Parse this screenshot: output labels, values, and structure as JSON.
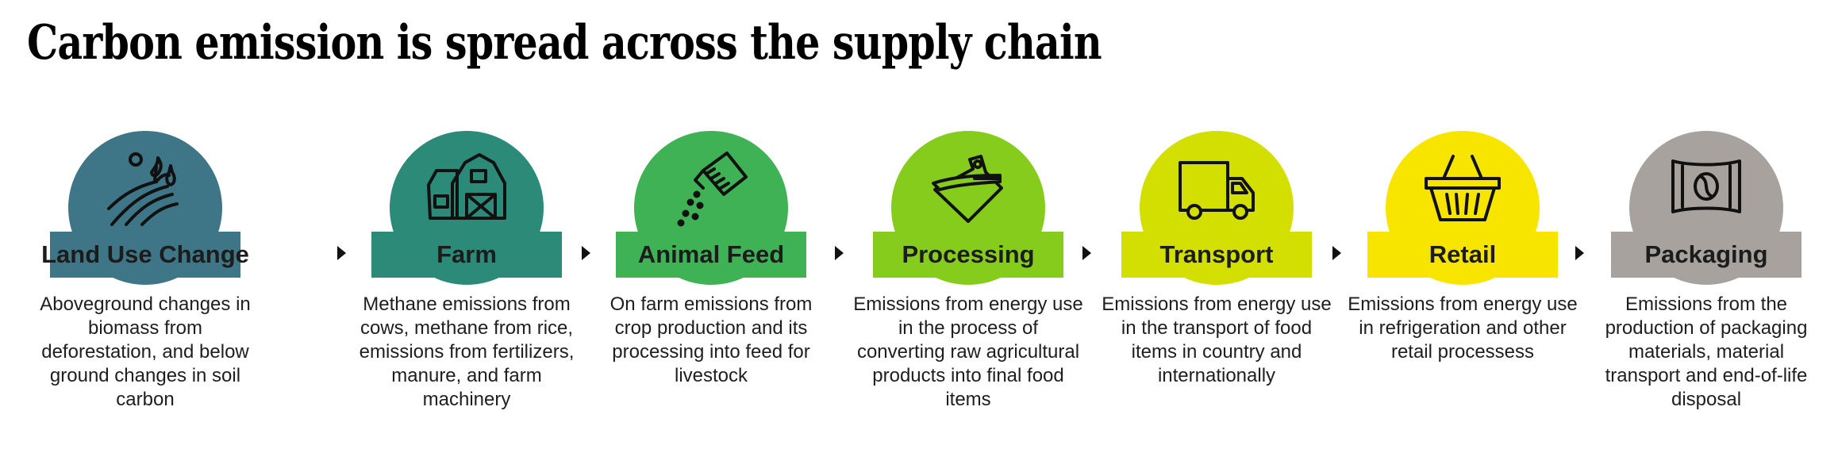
{
  "title": "Carbon emission is spread across the supply chain",
  "colors": {
    "land_use": "#3e7687",
    "farm": "#2b8a78",
    "animal_feed": "#3eb255",
    "processing": "#86cc1c",
    "transport": "#d2df00",
    "retail": "#f7e500",
    "packaging": "#a7a29d"
  },
  "stages": [
    {
      "label": "Land Use Change",
      "icon": "land-crop-icon",
      "description": "Aboveground changes in biomass from deforestation, and below ground changes in soil carbon"
    },
    {
      "label": "Farm",
      "icon": "barn-icon",
      "description": "Methane emissions from cows, methane from rice, emissions from fertilizers, manure, and farm machinery"
    },
    {
      "label": "Animal Feed",
      "icon": "feed-bag-icon",
      "description": "On farm emissions from crop production and its processing into feed for livestock"
    },
    {
      "label": "Processing",
      "icon": "cutting-board-knife-icon",
      "description": "Emissions from energy use in the process of converting raw agricultural products into final food items"
    },
    {
      "label": "Transport",
      "icon": "truck-icon",
      "description": "Emissions from energy use in the transport of food items in country and internationally"
    },
    {
      "label": "Retail",
      "icon": "shopping-basket-icon",
      "description": "Emissions from energy use in refrigeration and other retail processess"
    },
    {
      "label": "Packaging",
      "icon": "coffee-package-icon",
      "description": "Emissions from the production of packaging materials, material transport and end-of-life disposal"
    }
  ]
}
